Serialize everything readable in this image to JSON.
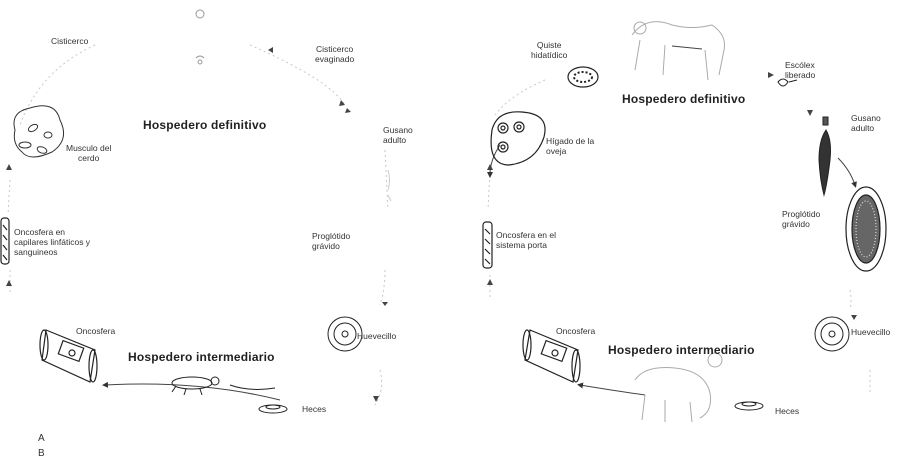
{
  "panel_a": {
    "host_definitive": "Hospedero definitivo",
    "host_intermediate": "Hospedero intermediario",
    "labels": {
      "cisticerco": "Cisticerco",
      "cisticerco_evaginado_1": "Cisticerco",
      "cisticerco_evaginado_2": "evaginado",
      "gusano_adulto_1": "Gusano",
      "gusano_adulto_2": "adulto",
      "musculo_1": "Musculo del",
      "musculo_2": "cerdo",
      "oncosfera_capilares_1": "Oncosfera en",
      "oncosfera_capilares_2": "capilares linfáticos y",
      "oncosfera_capilares_3": "sanguineos",
      "proglotido_1": "Proglótido",
      "proglotido_2": "grávido",
      "oncosfera": "Oncosfera",
      "huevecillo": "Huevecillo",
      "heces": "Heces"
    }
  },
  "panel_b": {
    "host_definitive": "Hospedero definitivo",
    "host_intermediate": "Hospedero intermediario",
    "labels": {
      "quiste_1": "Quiste",
      "quiste_2": "hidatídico",
      "escolex_1": "Escólex",
      "escolex_2": "liberado",
      "gusano_adulto_1": "Gusano",
      "gusano_adulto_2": "adulto",
      "higado_1": "Hígado de la",
      "higado_2": "oveja",
      "proglotido_1": "Proglótido",
      "proglotido_2": "grávido",
      "oncosfera_portal_1": "Oncosfera en el",
      "oncosfera_portal_2": "sistema porta",
      "oncosfera": "Oncosfera",
      "huevecillo": "Huevecillo",
      "heces": "Heces"
    }
  },
  "panel_letters": {
    "a": "A",
    "b": "B"
  }
}
